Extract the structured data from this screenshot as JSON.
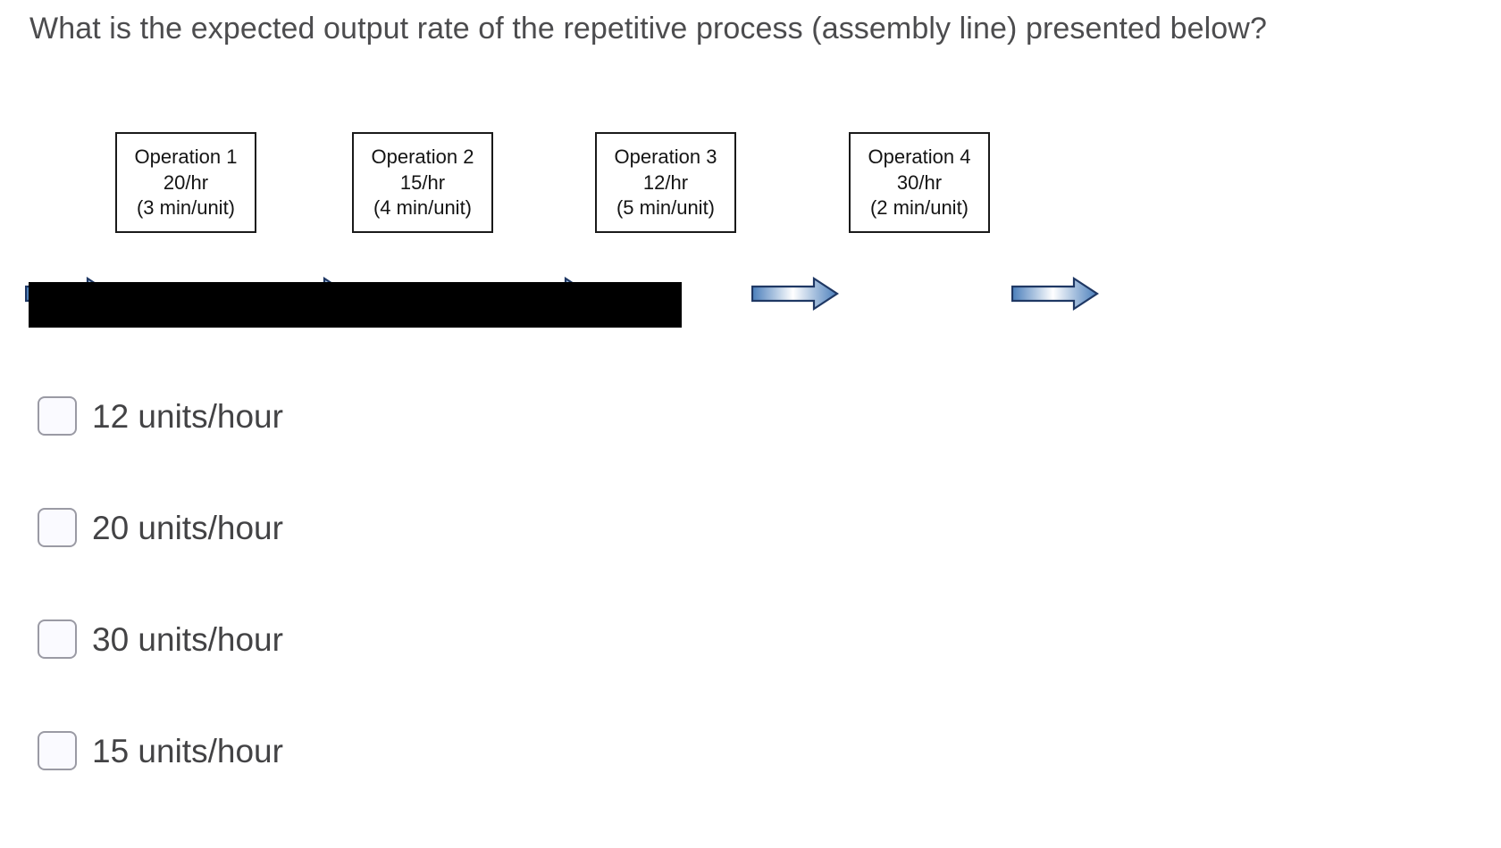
{
  "question": {
    "text": "What is the expected output rate of the repetitive process (assembly line) presented below?"
  },
  "diagram": {
    "type": "process-flow",
    "operations": [
      {
        "name": "Operation 1",
        "rate": "20/hr",
        "cycle_time": "(3 min/unit)"
      },
      {
        "name": "Operation 2",
        "rate": "15/hr",
        "cycle_time": "(4 min/unit)"
      },
      {
        "name": "Operation 3",
        "rate": "12/hr",
        "cycle_time": "(5 min/unit)"
      },
      {
        "name": "Operation 4",
        "rate": "30/hr",
        "cycle_time": "(2 min/unit)"
      }
    ],
    "arrow_count": 5,
    "arrow_colors": {
      "outline": "#1f3864",
      "gradient_start": "#4a7ebb",
      "gradient_mid": "#ffffff",
      "gradient_end": "#4a7ebb"
    },
    "box_border_color": "#1a1a1a"
  },
  "redaction": {
    "label": "redacted-content-bar",
    "color": "#000000"
  },
  "options": [
    {
      "label": "12 units/hour",
      "checked": false
    },
    {
      "label": "20 units/hour",
      "checked": false
    },
    {
      "label": "30 units/hour",
      "checked": false
    },
    {
      "label": "15 units/hour",
      "checked": false
    }
  ],
  "colors": {
    "question_text": "#4c4c4e",
    "option_text": "#434345",
    "checkbox_border": "#9a9aa4",
    "checkbox_fill": "#fafaff",
    "background": "#ffffff"
  }
}
